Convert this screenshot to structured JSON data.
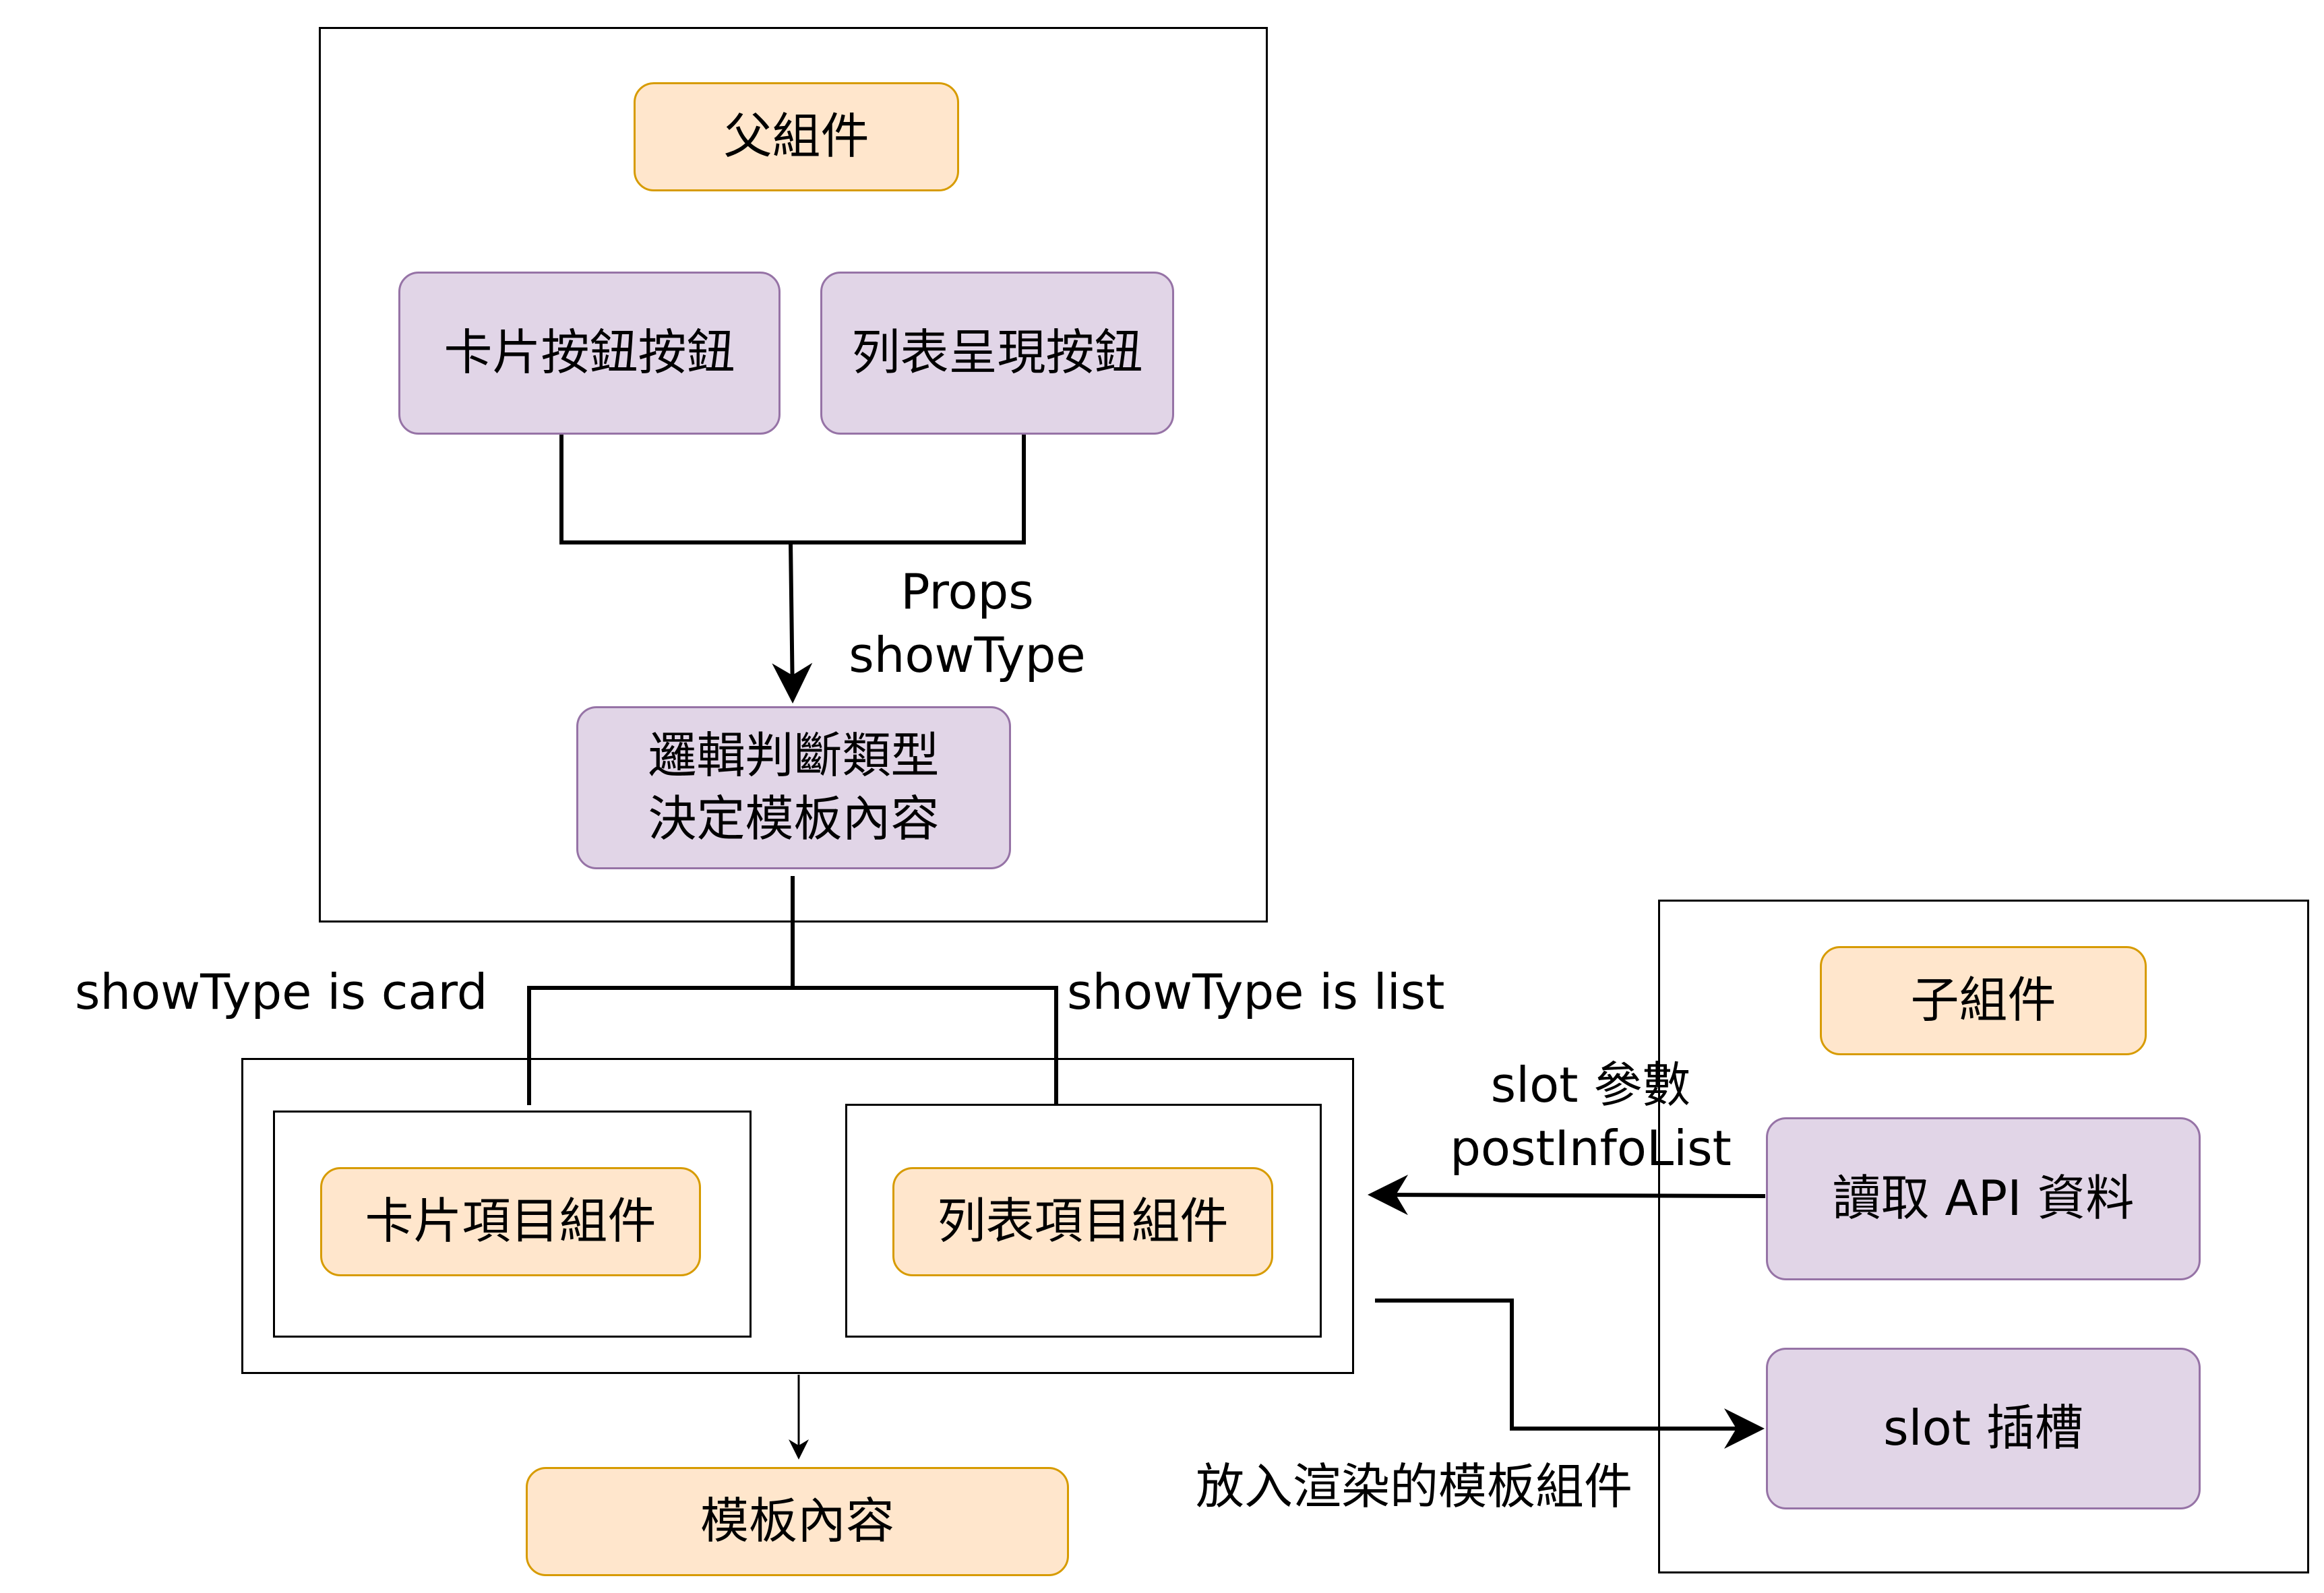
{
  "nodes": {
    "parent_title": "父組件",
    "card_btn": "卡片按鈕按鈕",
    "list_btn": "列表呈現按鈕",
    "logic": "邏輯判斷類型\n決定模板內容",
    "card_item": "卡片項目組件",
    "list_item": "列表項目組件",
    "template_content": "模板內容",
    "child_title": "子組件",
    "read_api": "讀取 API 資料",
    "slot": "slot 插槽"
  },
  "labels": {
    "props": "Props\nshowType",
    "is_card": "showType is card",
    "is_list": "showType is  list",
    "slot_params": "slot 參數\npostInfoList",
    "put_template": "放入渲染的模板組件"
  },
  "colors": {
    "orange_fill": "#ffe6cc",
    "orange_stroke": "#d79b00",
    "purple_fill": "#e1d5e7",
    "purple_stroke": "#9673a6"
  }
}
